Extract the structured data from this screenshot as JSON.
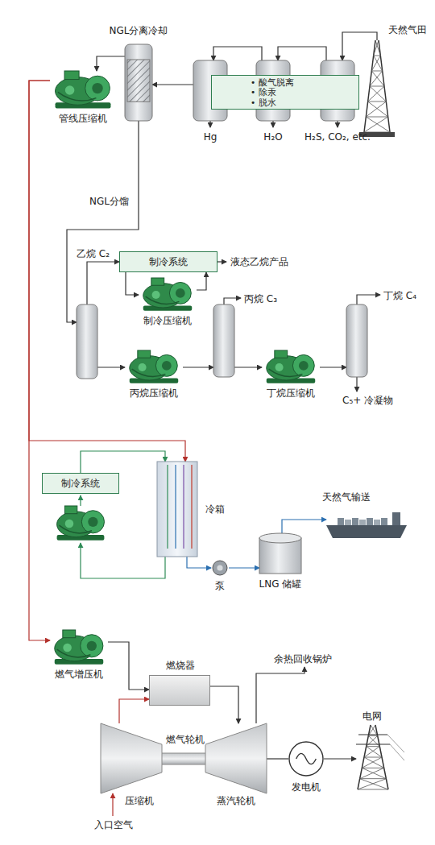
{
  "diagram": {
    "nodes": [
      {
        "text": [
          "NGL分离冷却"
        ]
      },
      {
        "text": [
          "Hg"
        ]
      },
      {
        "text": [
          "H₂O"
        ]
      },
      {
        "text": [
          "H₂S, CO₂, etc."
        ]
      },
      {
        "text": [
          "• 酸气脱离",
          "• 除汞",
          "• 脱水"
        ]
      },
      {
        "text": [
          "天然气田"
        ]
      },
      {
        "text": [
          "管线压缩机"
        ]
      },
      {
        "text": [
          "乙烷 C₂"
        ]
      },
      {
        "text": [
          "制冷系统"
        ]
      },
      {
        "text": [
          "制冷压缩机"
        ]
      },
      {
        "text": [
          "丙烷压缩机"
        ]
      },
      {
        "text": [
          "丙烷 C₃"
        ]
      },
      {
        "text": [
          "丁烷压缩机"
        ]
      },
      {
        "text": [
          "丁烷 C₄",
          "C₅+ 冷凝物"
        ]
      },
      {
        "text": [
          "制冷系统"
        ]
      },
      {
        "text": [
          "冷箱"
        ]
      },
      {
        "text": [
          "泵"
        ]
      },
      {
        "text": [
          "LNG 储罐"
        ]
      },
      {
        "text": [
          "天然气输送"
        ]
      },
      {
        "text": [
          "燃气增压机"
        ]
      },
      {
        "text": [
          "燃烧器"
        ]
      },
      {
        "text": [
          "压缩机"
        ]
      },
      {
        "text": [
          "蒸汽轮机"
        ]
      },
      {
        "text": [
          "余热回收锅炉"
        ]
      },
      {
        "text": [
          "发电机"
        ]
      },
      {
        "text": [
          "电网"
        ]
      }
    ],
    "edges": [
      {
        "from": 5,
        "to": 3,
        "arrow": "to"
      },
      {
        "from": 3,
        "to": 2,
        "arrow": "to"
      },
      {
        "from": 2,
        "to": 1,
        "arrow": "to"
      },
      {
        "from": 1,
        "to": 0,
        "arrow": "to"
      },
      {
        "from": 0,
        "to": 6,
        "arrow": "to"
      },
      {
        "from": 0,
        "to": 7,
        "label": "NGL分馏",
        "arrow": "to"
      },
      {
        "from": 7,
        "to": 8,
        "arrow": "to"
      },
      {
        "from": 8,
        "to": 9,
        "arrow": "to"
      },
      {
        "from": 9,
        "to": 8,
        "arrow": "to"
      },
      {
        "from": 7,
        "to": 10,
        "arrow": "to"
      },
      {
        "from": 10,
        "to": 11,
        "arrow": "to"
      },
      {
        "from": 11,
        "to": 12,
        "arrow": "to"
      },
      {
        "from": 12,
        "to": 13,
        "arrow": "to"
      },
      {
        "from": 6,
        "to": 15,
        "arrow": "to"
      },
      {
        "from": 6,
        "to": 19,
        "arrow": "to"
      },
      {
        "from": 14,
        "to": 15,
        "arrow": "to"
      },
      {
        "from": 15,
        "to": 16,
        "arrow": "to"
      },
      {
        "from": 16,
        "to": 17,
        "arrow": "to"
      },
      {
        "from": 17,
        "to": 18,
        "arrow": "to"
      },
      {
        "from": 19,
        "to": 20,
        "arrow": "to"
      },
      {
        "from": 21,
        "to": 20,
        "arrow": "to"
      },
      {
        "from": 20,
        "to": 22,
        "arrow": "to"
      },
      {
        "from": 22,
        "to": 23,
        "arrow": "to"
      },
      {
        "from": 22,
        "to": 24,
        "arrow": "none"
      },
      {
        "from": 24,
        "to": 25,
        "arrow": "to"
      }
    ],
    "labels": [
      "液态乙烷产品",
      "燃气轮机",
      "入口空气"
    ]
  }
}
